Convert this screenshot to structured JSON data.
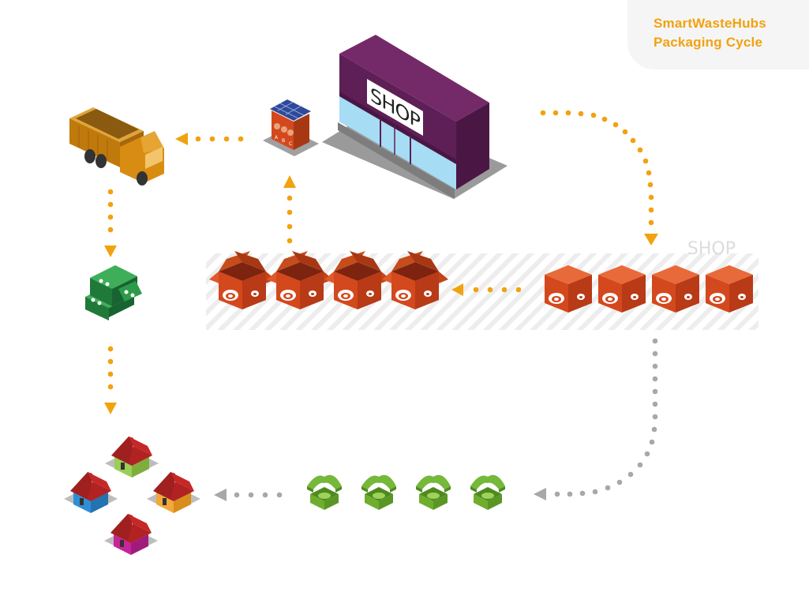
{
  "title": {
    "line1": "SmartWasteHubs",
    "line2": "Packaging Cycle"
  },
  "shop": {
    "sign": "SHOP"
  },
  "shelf": {
    "label": "SHOP"
  },
  "hub": {
    "labels": [
      "A",
      "B",
      "C"
    ]
  },
  "colors": {
    "accent": "#f2a20f",
    "gray_arrow": "#a8a8a8",
    "shop_purple": "#5e1f56",
    "box_orange": "#d4481d",
    "phone_green": "#6fae2d",
    "truck_orange": "#d88d12",
    "money_green": "#1f7a3a"
  },
  "icons": [
    "shop-building",
    "smart-waste-hub",
    "garbage-truck",
    "money-stack",
    "houses",
    "package-box",
    "telephone"
  ]
}
